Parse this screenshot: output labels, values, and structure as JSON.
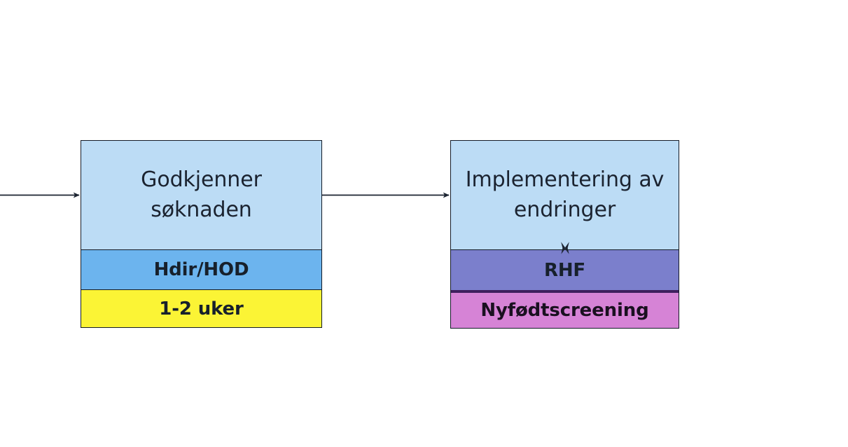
{
  "diagram": {
    "type": "flowchart",
    "orientation": "left-to-right",
    "background_color": "#ffffff",
    "nodes": [
      {
        "id": "approval",
        "title": "Godkjenner\nsøknaden",
        "owner": "Hdir/HOD",
        "duration": "1-2 uker",
        "colors": {
          "title_fill": "#bcdcf5",
          "owner_fill": "#6cb4ee",
          "duration_fill": "#fbf435",
          "stroke": "#141b27"
        }
      },
      {
        "id": "implementation",
        "title": "Implementering av\nendringer",
        "owner": "RHF",
        "program": "Nyfødtscreening",
        "colors": {
          "title_fill": "#bcdcf5",
          "owner_fill": "#7b7fcc",
          "program_fill": "#d683d6",
          "stroke": "#141b27",
          "program_stroke": "#3f1f5e"
        }
      }
    ],
    "connectors": [
      {
        "id": "incoming-arrow",
        "from": "offscreen-left",
        "to": "approval",
        "style": "solid-arrow",
        "color": "#1b2330"
      },
      {
        "id": "approval-to-implementation",
        "from": "approval",
        "to": "implementation",
        "style": "solid-arrow",
        "color": "#1b2330"
      }
    ],
    "markers": [
      {
        "id": "x-marker",
        "shape": "x",
        "color": "#1b2330",
        "on": "implementation-band-divider"
      }
    ]
  }
}
